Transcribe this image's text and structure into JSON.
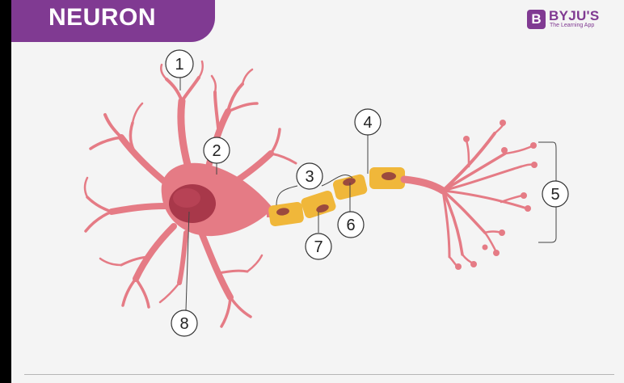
{
  "header": {
    "title": "NEURON"
  },
  "brand": {
    "mark": "B",
    "name": "BYJU'S",
    "tagline": "The Learning App"
  },
  "colors": {
    "title_bg": "#803a92",
    "cell_body": "#e57b85",
    "nucleus": "#a8384a",
    "myelin": "#f0b73a",
    "myelin_nucleus": "#9b4a3e",
    "axon": "#e57b85"
  },
  "markers": [
    "1",
    "2",
    "3",
    "4",
    "5",
    "6",
    "7",
    "8"
  ]
}
